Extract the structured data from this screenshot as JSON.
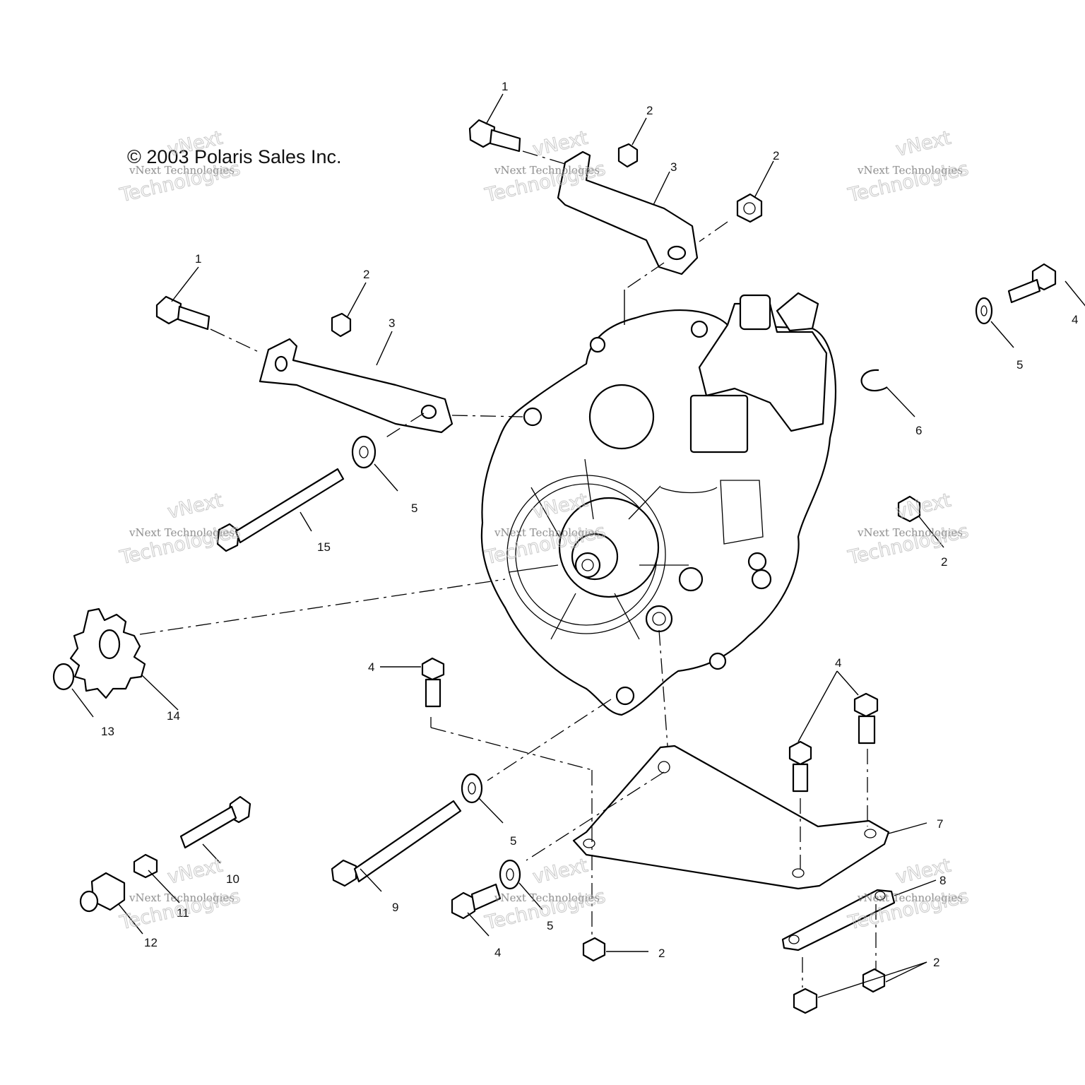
{
  "copyright": "© 2003 Polaris Sales Inc.",
  "watermark": {
    "line1": "vNext Technologies",
    "line2": "vNext",
    "line3": "Technologies"
  },
  "callouts": {
    "c1a": "1",
    "c1b": "1",
    "c2a": "2",
    "c2b": "2",
    "c2c": "2",
    "c2d": "2",
    "c2e": "2",
    "c2f": "2",
    "c3a": "3",
    "c3b": "3",
    "c4a": "4",
    "c4b": "4",
    "c4c": "4",
    "c4d": "4",
    "c5a": "5",
    "c5b": "5",
    "c5c": "5",
    "c5d": "5",
    "c6": "6",
    "c7": "7",
    "c8": "8",
    "c9": "9",
    "c10": "10",
    "c11": "11",
    "c12": "12",
    "c13": "13",
    "c14": "14",
    "c15": "15"
  }
}
